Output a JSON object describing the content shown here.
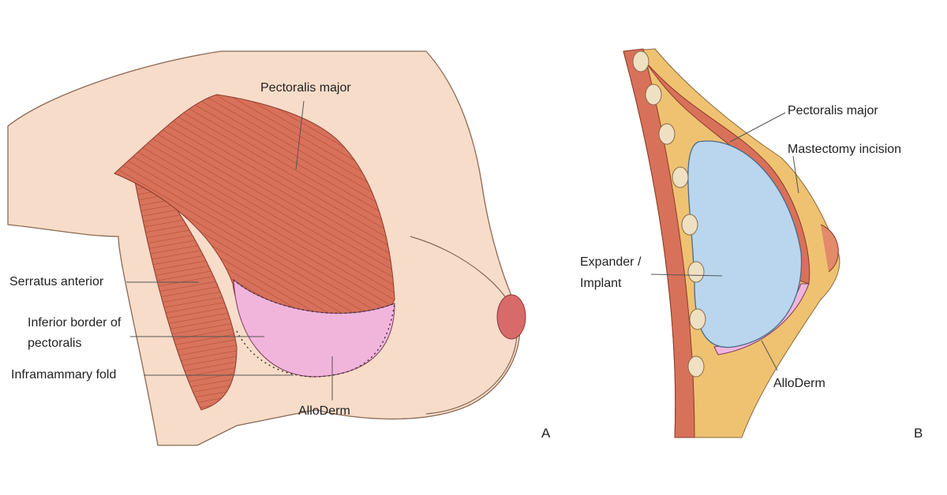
{
  "panel_a": {
    "letter": "A",
    "labels": {
      "pectoralis_major": "Pectoralis major",
      "serratus_anterior": "Serratus anterior",
      "inferior_border_line1": "Inferior border of",
      "inferior_border_line2": "pectoralis",
      "inframammary_fold": "Inframammary fold",
      "alloderm": "AlloDerm"
    }
  },
  "panel_b": {
    "letter": "B",
    "labels": {
      "pectoralis_major": "Pectoralis major",
      "mastectomy_incision": "Mastectomy incision",
      "expander_line1": "Expander /",
      "expander_line2": "Implant",
      "alloderm": "AlloDerm"
    }
  },
  "colors": {
    "skin": "#f7dcc9",
    "muscle": "#d8715a",
    "alloderm": "#f1b5dc",
    "implant": "#b9d6ee",
    "fat": "#efc272",
    "rib": "#efe0c4"
  }
}
